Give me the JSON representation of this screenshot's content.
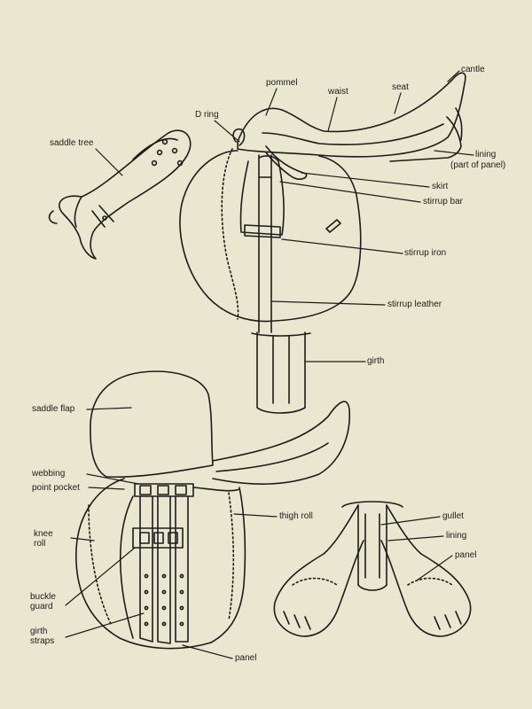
{
  "labels": {
    "cantle": "cantle",
    "pommel": "pommel",
    "waist": "waist",
    "seat": "seat",
    "d_ring": "D ring",
    "saddle_tree": "saddle tree",
    "lining_top_1": "lining",
    "lining_top_2": "(part of panel)",
    "skirt": "skirt",
    "stirrup_bar": "stirrup bar",
    "stirrup_iron": "stirrup iron",
    "stirrup_leather": "stirrup leather",
    "girth": "girth",
    "saddle_flap": "saddle flap",
    "webbing": "webbing",
    "point_pocket": "point pocket",
    "knee_roll": "knee roll",
    "thigh_roll": "thigh roll",
    "buckle_guard": "buckle guard",
    "girth_straps": "girth straps",
    "panel_bottom": "panel",
    "gullet": "gullet",
    "lining_right": "lining",
    "panel_right": "panel"
  },
  "colors": {
    "paper": "#e9e7cf",
    "ink": "#1c1c1c"
  }
}
